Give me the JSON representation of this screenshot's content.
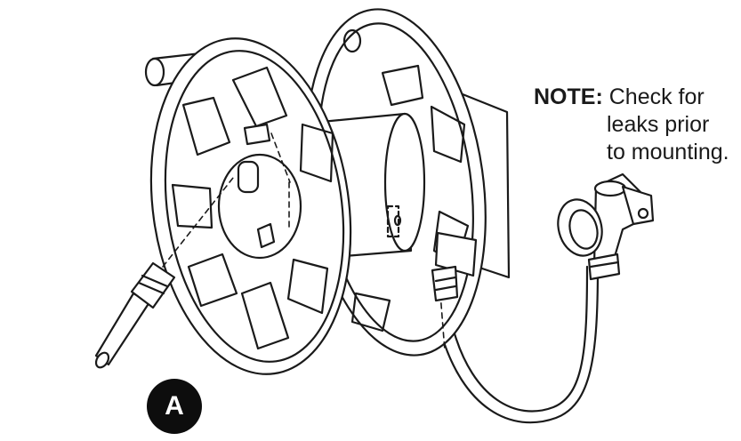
{
  "note": {
    "keyword": "NOTE:",
    "line1": "Check for",
    "line2": "leaks prior",
    "line3": "to mounting."
  },
  "callout": {
    "label": "A"
  },
  "colors": {
    "ink": "#1a1a1a",
    "fill": "#ffffff",
    "callout_bg": "#0d0d0d"
  }
}
